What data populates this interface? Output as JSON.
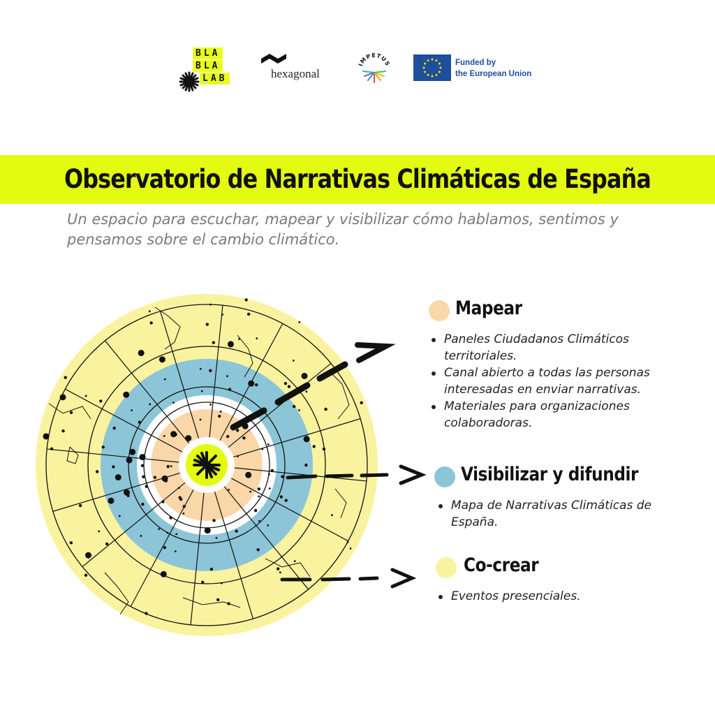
{
  "logos": {
    "blablalab": [
      "BLA",
      "BLA",
      "LAB"
    ],
    "hexagonal": "hexagonal",
    "impetus": "IMPETUS",
    "eu": [
      "Funded by",
      "the European Union"
    ]
  },
  "title": "Observatorio de Narrativas Climáticas de España",
  "subtitle": "Un espacio para escuchar, mapear y visibilizar cómo hablamos, sentimos y pensamos sobre el cambio climático.",
  "colors": {
    "accent": "#e2fb11",
    "outer_ring": "#f9f3a0",
    "blue_ring": "#8cc5d7",
    "peach_ring": "#fad7a8",
    "subtitle": "#7a7a7a"
  },
  "sections": [
    {
      "id": "mapear",
      "title": "Mapear",
      "dot_color": "#fad7a8",
      "items": [
        "Paneles Ciudadanos Climáticos territoriales.",
        "Canal abierto a todas las personas interesadas en enviar narrativas.",
        "Materiales para organizaciones colaboradoras."
      ]
    },
    {
      "id": "visibilizar",
      "title": "Visibilizar y difundir",
      "dot_color": "#8cc5d7",
      "items": [
        "Mapa de Narrativas Climáticas de España."
      ]
    },
    {
      "id": "cocrear",
      "title": "Co-crear",
      "dot_color": "#f9f3a0",
      "items": [
        "Eventos presenciales."
      ]
    }
  ]
}
